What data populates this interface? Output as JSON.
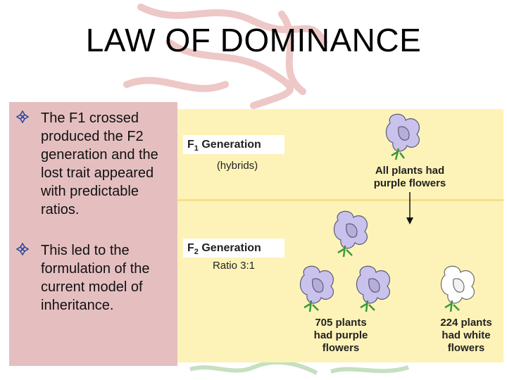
{
  "slide": {
    "title": "LAW OF DOMINANCE",
    "bullets": [
      "The F1 crossed produced the F2 generation and the lost trait appeared with predictable ratios.",
      "This led to the formulation of the current model of inheritance."
    ]
  },
  "figure": {
    "f1": {
      "gen_letter": "F",
      "gen_sub": "1",
      "gen_word": "Generation",
      "sub_label": "(hybrids)",
      "caption_line1": "All plants had",
      "caption_line2": "purple flowers"
    },
    "f2": {
      "gen_letter": "F",
      "gen_sub": "2",
      "gen_word": "Generation",
      "sub_label": "Ratio 3:1",
      "purple_line1": "705 plants",
      "purple_line2": "had purple",
      "purple_line3": "flowers",
      "white_line1": "224 plants",
      "white_line2": "had white",
      "white_line3": "flowers"
    },
    "colors": {
      "purple_flower": "#c9c2ec",
      "white_flower": "#ffffff",
      "panel": "#e5bfc0",
      "figure_bg": "#fdf3b8"
    }
  }
}
